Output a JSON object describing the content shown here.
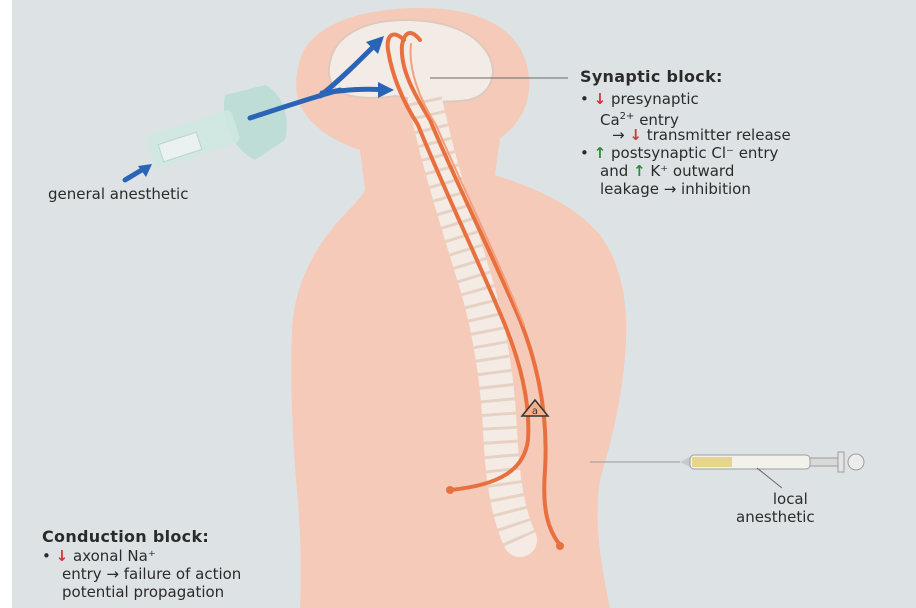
{
  "general_anesthetic_label": "general anesthetic",
  "synaptic_block": {
    "title": "Synaptic block:",
    "bullet": "•",
    "b1_arrow": "↓",
    "b1_text": "presynaptic",
    "b1_line2_pre": "Ca",
    "b1_line2_sup": "2+",
    "b1_line2_post": " entry",
    "b1_line3_pre": "→",
    "b1_line3_arrow": "↓",
    "b1_line3_post": " transmitter release",
    "b2_arrow": "↑",
    "b2_text": "postsynaptic Cl⁻ entry",
    "b2_line2_pre": "and",
    "b2_line2_arrow": "↑",
    "b2_line2_post": " K⁺ outward",
    "b2_line3": "leakage → inhibition"
  },
  "conduction_block": {
    "title": "Conduction block:",
    "bullet": "•",
    "arrow": "↓",
    "line1": "axonal Na⁺",
    "line2": "entry → failure of action",
    "line3": "potential propagation"
  },
  "local_anesthetic_label": {
    "line1": "local",
    "line2": "anesthetic"
  },
  "marker_letter": "a",
  "colors": {
    "background": "#ffffff",
    "panel": "#dde3e5",
    "body_skin": "#f6c8b4",
    "nerve": "#e8703f",
    "spine": "#f4ece4",
    "arrow_blue": "#2a64b6",
    "text": "#2b2b2b",
    "down_arrow": "#d8323a",
    "up_arrow": "#2e8a3a"
  }
}
